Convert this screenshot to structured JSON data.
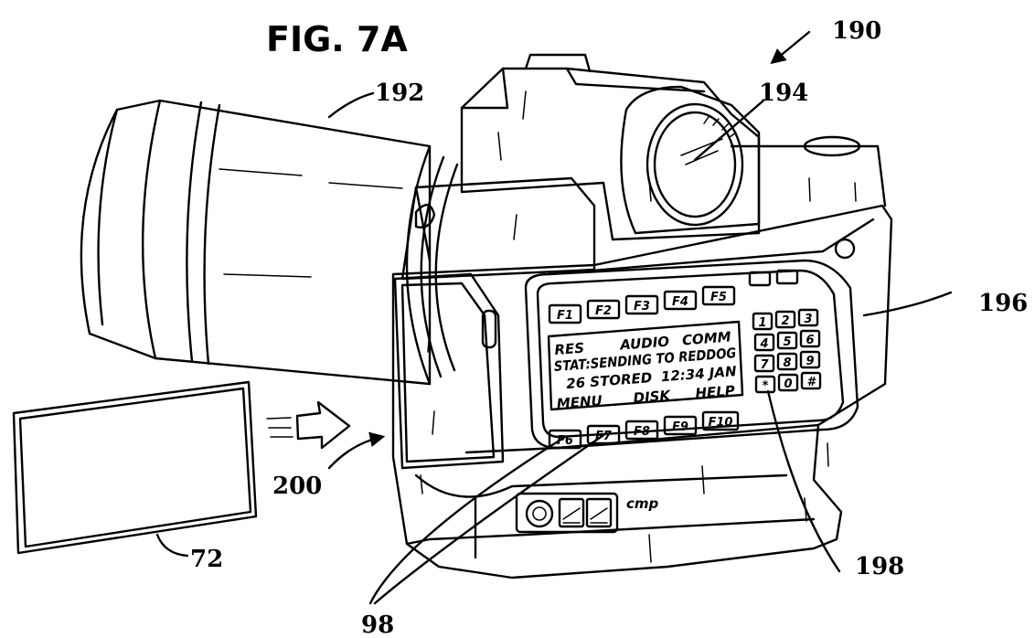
{
  "figure": {
    "title": "FIG. 7A"
  },
  "refs": {
    "r190": "190",
    "r192": "192",
    "r194": "194",
    "r196": "196",
    "r198": "198",
    "r200": "200",
    "r72": "72",
    "r98": "98"
  },
  "display": {
    "row1": [
      "RES",
      "AUDIO",
      "COMM"
    ],
    "row2": "STAT:SENDING TO REDDOG",
    "row3": [
      "26 STORED",
      "12:34 JAN"
    ],
    "row4": [
      "MENU",
      "DISK",
      "HELP"
    ]
  },
  "softkeys_top": [
    "F1",
    "F2",
    "F3",
    "F4",
    "F5"
  ],
  "softkeys_bottom": [
    "F6",
    "F7",
    "F8",
    "F9",
    "F10"
  ],
  "keypad": [
    "1",
    "2",
    "3",
    "4",
    "5",
    "6",
    "7",
    "8",
    "9",
    "*",
    "0",
    "#"
  ],
  "card_slot_label": "cmp"
}
